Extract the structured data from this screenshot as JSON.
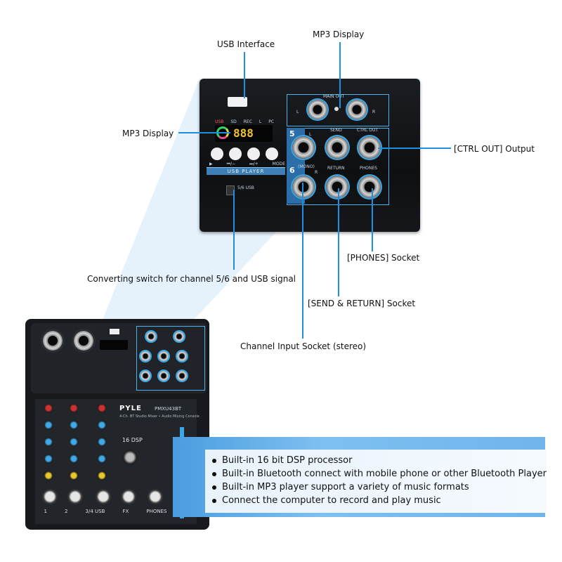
{
  "callouts": {
    "usb_interface": "USB Interface",
    "mp3_display_top": "MP3 Display",
    "mp3_display_left": "MP3 Display",
    "ctrl_out": "[CTRL OUT] Output",
    "phones_socket": "[PHONES] Socket",
    "converting_switch": "Converting switch for channel 5/6 and USB signal",
    "send_return": "[SEND & RETURN] Socket",
    "channel_input": "Channel Input Socket (stereo)"
  },
  "panel_labels": {
    "main_out": "MAIN OUT",
    "l": "L",
    "r": "R",
    "send": "SEND",
    "ctrl_out": "CTRL OUT",
    "return": "RETURN",
    "phones": "PHONES",
    "mono": "(MONO)",
    "usb_player": "USB PLAYER",
    "ch5": "5",
    "ch6": "6",
    "switch_label": "5/6 USB",
    "usb_mode_labels": [
      "USB",
      "SD",
      "REC",
      "L",
      "PC"
    ],
    "btn_labels": [
      "▶",
      "⏮/−",
      "⏭/+",
      "MODE"
    ],
    "display_value": "888"
  },
  "mixer": {
    "brand": "PYLE",
    "model": "PMXU43BT",
    "desc": "4-Ch. BT Studio Mixer • Audio Mixing Console",
    "channel_labels": [
      "1",
      "2",
      "3/4 USB",
      "FX",
      "PHONES"
    ],
    "dsp": "16 DSP"
  },
  "features": [
    "Built-in 16 bit DSP processor",
    "Built-in Bluetooth connect with mobile phone or other Bluetooth Player",
    "Built-in MP3 player support a variety of music formats",
    "Connect the computer to record and play music"
  ],
  "colors": {
    "accent": "#1f8fe0",
    "panel_blue": "#4ab3ee",
    "band": "#6fb4ec"
  }
}
